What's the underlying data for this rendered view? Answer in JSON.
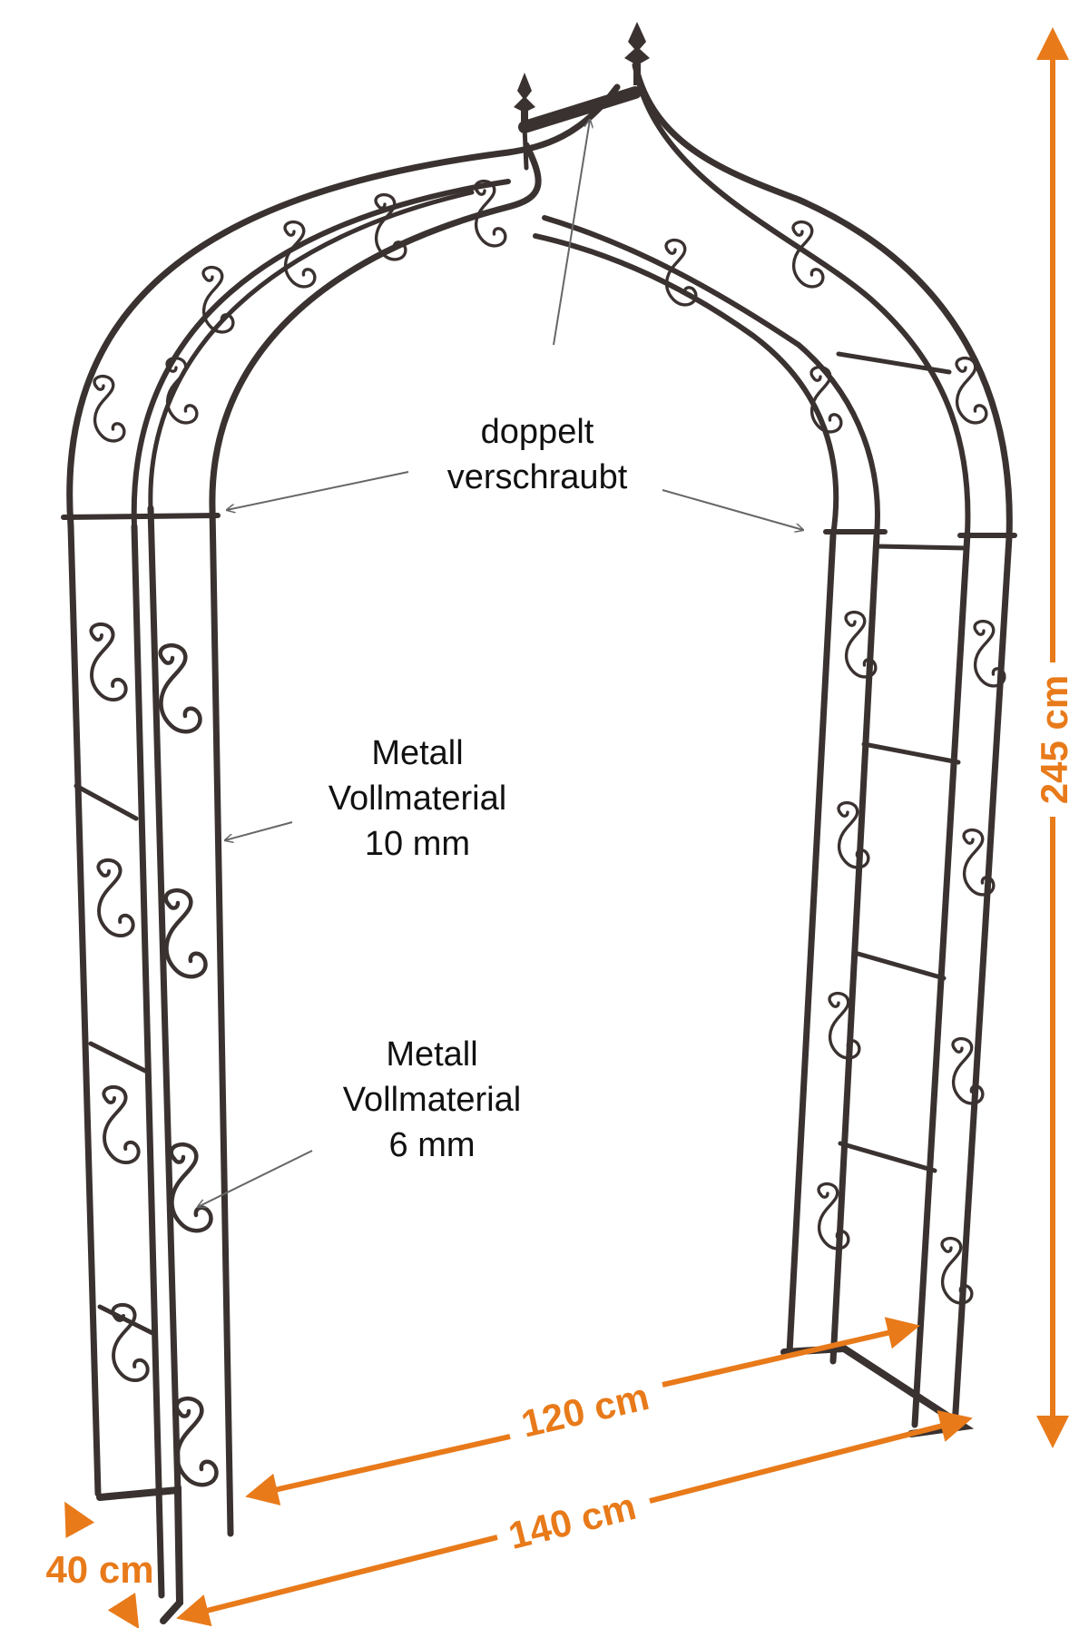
{
  "labels": {
    "joint_line1": "doppelt",
    "joint_line2": "verschraubt",
    "thick_line1": "Metall",
    "thick_line2": "Vollmaterial",
    "thick_line3": "10 mm",
    "thin_line1": "Metall",
    "thin_line2": "Vollmaterial",
    "thin_line3": "6 mm"
  },
  "dimensions": {
    "height": "245 cm",
    "inner_width": "120 cm",
    "outer_width": "140 cm",
    "depth": "40 cm"
  },
  "colors": {
    "accent": "#e87a1a",
    "frame": "#3a3230",
    "text": "#111111"
  }
}
